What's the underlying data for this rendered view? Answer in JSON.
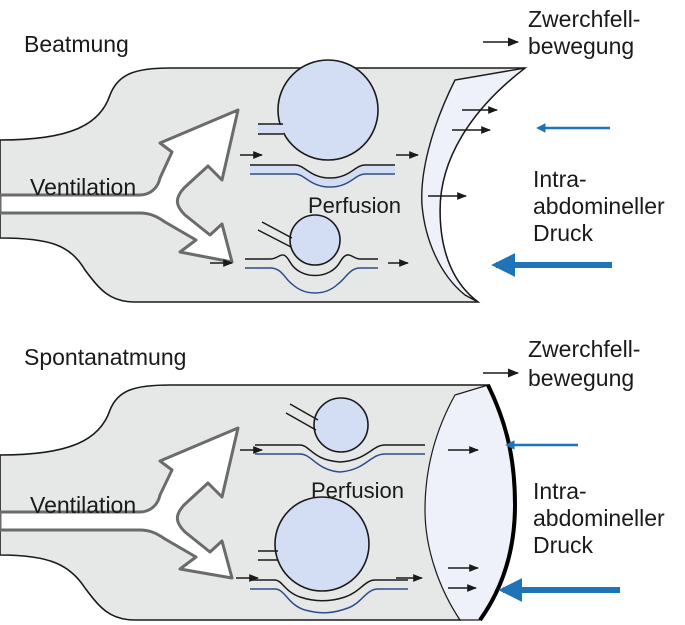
{
  "panels": [
    {
      "id": "beatmung",
      "title": "Beatmung",
      "ventilation_label": "Ventilation",
      "perfusion_label": "Perfusion",
      "diaphragm_label_line1": "Zwerchfell-",
      "diaphragm_label_line2": "bewegung",
      "pressure_label_line1": "Intra-",
      "pressure_label_line2": "abdomineller",
      "pressure_label_line3": "Druck"
    },
    {
      "id": "spontanatmung",
      "title": "Spontanatmung",
      "ventilation_label": "Ventilation",
      "perfusion_label": "Perfusion",
      "diaphragm_label_line1": "Zwerchfell-",
      "diaphragm_label_line2": "bewegung",
      "pressure_label_line1": "Intra-",
      "pressure_label_line2": "abdomineller",
      "pressure_label_line3": "Druck"
    }
  ],
  "colors": {
    "body_fill": "#e6e7e7",
    "outline": "#1a1a1a",
    "alveolus_fill": "#d3def4",
    "diaphragm_fill": "#eef1fa",
    "pressure_arrow": "#1f74b8"
  }
}
